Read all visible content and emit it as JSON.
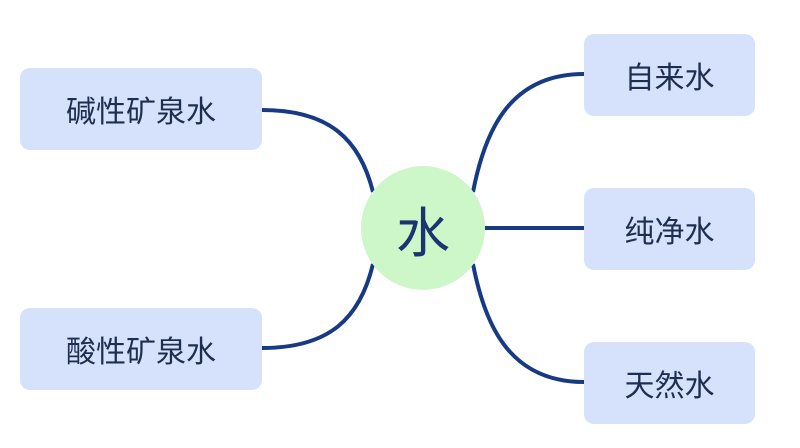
{
  "center": {
    "label": "水"
  },
  "left_nodes": [
    {
      "label": "碱性矿泉水"
    },
    {
      "label": "酸性矿泉水"
    }
  ],
  "right_nodes": [
    {
      "label": "自来水"
    },
    {
      "label": "纯净水"
    },
    {
      "label": "天然水"
    }
  ],
  "colors": {
    "line": "#183a84",
    "node": "#d6e2fb",
    "center": "#cdf6c9"
  }
}
